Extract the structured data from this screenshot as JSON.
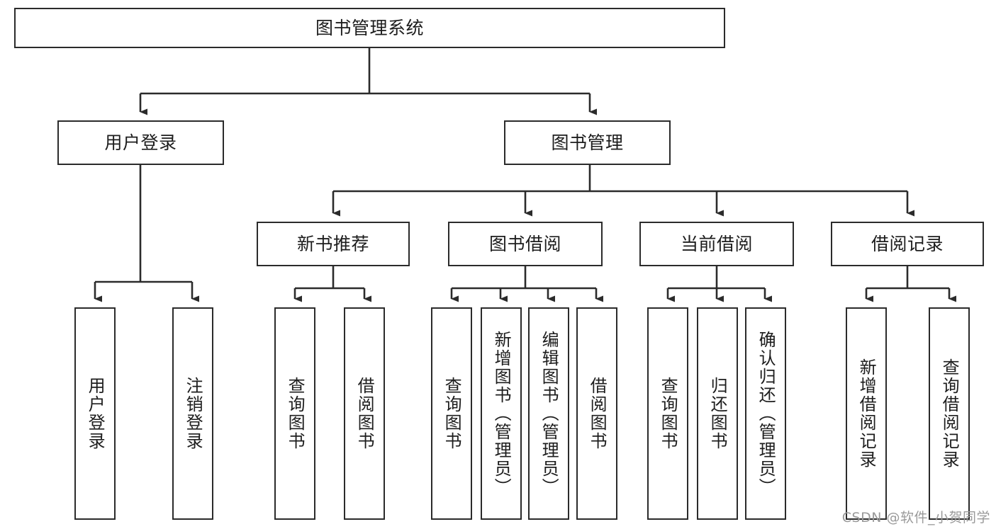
{
  "diagram": {
    "title_box": {
      "label": "图书管理系统"
    },
    "level2": [
      {
        "label": "用户登录"
      },
      {
        "label": "图书管理"
      }
    ],
    "level3": [
      {
        "label": "新书推荐"
      },
      {
        "label": "图书借阅"
      },
      {
        "label": "当前借阅"
      },
      {
        "label": "借阅记录"
      }
    ],
    "leaves": {
      "user_login": [
        {
          "label": "用户登录"
        },
        {
          "label": "注销登录"
        }
      ],
      "new_book_recommend": [
        {
          "label": "查询图书"
        },
        {
          "label": "借阅图书"
        }
      ],
      "book_borrow": [
        {
          "label": "查询图书"
        },
        {
          "label": "新增图书（管理员）"
        },
        {
          "label": "编辑图书（管理员）"
        },
        {
          "label": "借阅图书"
        }
      ],
      "current_borrow": [
        {
          "label": "查询图书"
        },
        {
          "label": "归还图书"
        },
        {
          "label": "确认归还（管理员）"
        }
      ],
      "borrow_record": [
        {
          "label": "新增借阅记录"
        },
        {
          "label": "查询借阅记录"
        }
      ]
    },
    "watermark": "CSDN @软件_小贺同学",
    "colors": {
      "stroke": "#2b2b2b",
      "fill": "#ffffff",
      "text": "#1d1d1d",
      "watermark": "#9a9a9a"
    }
  }
}
